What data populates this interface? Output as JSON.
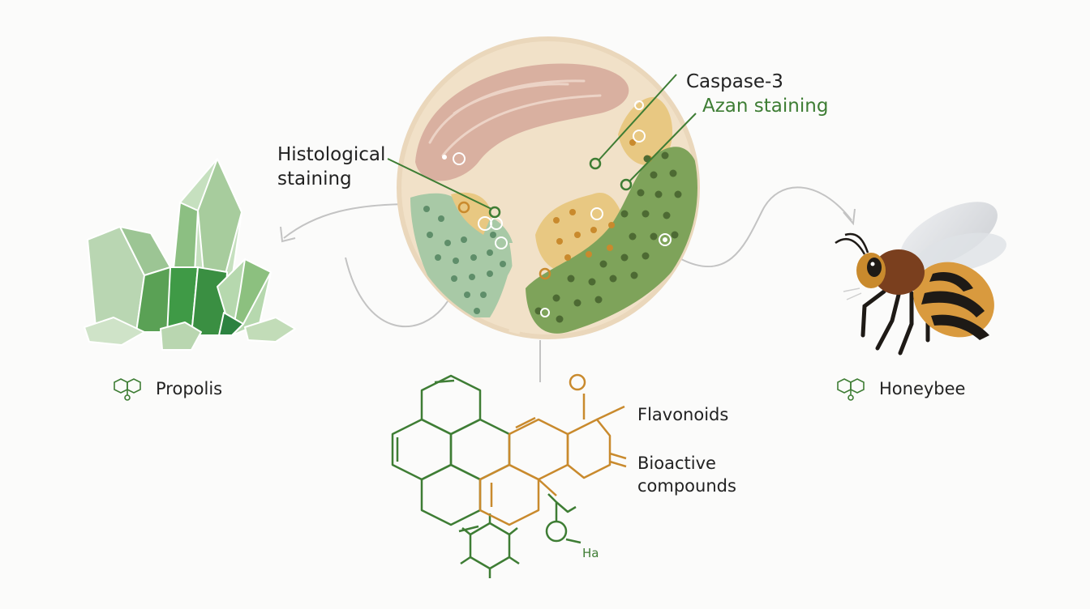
{
  "labels": {
    "histological": [
      "Histological",
      "staining"
    ],
    "caspase": "Caspase-3",
    "azan": "Azan staining",
    "flavonoids": "Flavonoids",
    "bioactive": [
      "Bioactive",
      "compounds"
    ],
    "ha": "Ha"
  },
  "captions": {
    "propolis": {
      "text": "Propolis",
      "icon": "molecule-icon"
    },
    "honeybee": {
      "text": "Honeybee",
      "icon": "molecule-icon"
    }
  },
  "colors": {
    "green_dark": "#3e7d34",
    "green_mid": "#7ea35a",
    "green_light": "#a8c9a6",
    "orange": "#c98a2d",
    "tissue_pink": "#d9b0a0",
    "tissue_bg": "#f1e1c8",
    "bee_black": "#1e1a16",
    "bee_amber": "#d99a3e"
  }
}
